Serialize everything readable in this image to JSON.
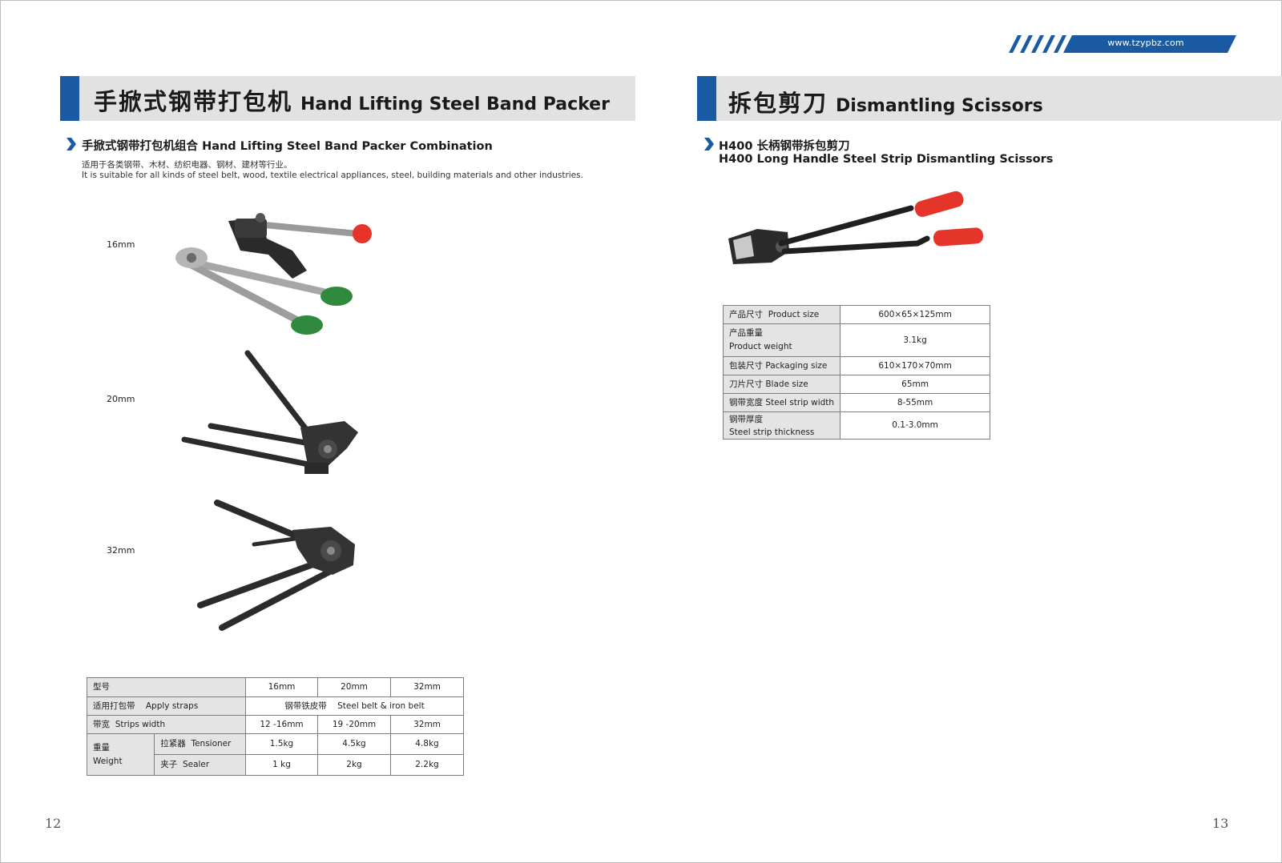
{
  "website": "www.tzypbz.com",
  "left_page": {
    "header": {
      "title_cn": "手掀式钢带打包机",
      "title_en": "Hand Lifting Steel Band Packer"
    },
    "sub": {
      "title_cn": "手掀式钢带打包机组合",
      "title_en": "Hand Lifting Steel Band Packer Combination"
    },
    "desc_cn": "适用于各类钢带、木材、纺织电器、钢材、建材等行业。",
    "desc_en": "It is suitable for all kinds of steel belt, wood, textile electrical appliances, steel, building materials and other industries.",
    "sizes": [
      "16mm",
      "20mm",
      "32mm"
    ],
    "table": {
      "model_label": "型号",
      "models": [
        "16mm",
        "20mm",
        "32mm"
      ],
      "straps_label_cn": "适用打包带",
      "straps_label_en": "Apply straps",
      "straps_value_cn": "钢带铁皮带",
      "straps_value_en": "Steel belt & iron belt",
      "width_label_cn": "带宽",
      "width_label_en": "Strips width",
      "widths": [
        "12 -16mm",
        "19 -20mm",
        "32mm"
      ],
      "weight_label_cn": "重量",
      "weight_label_en": "Weight",
      "tensioner_cn": "拉紧器",
      "tensioner_en": "Tensioner",
      "tensioner_values": [
        "1.5kg",
        "4.5kg",
        "4.8kg"
      ],
      "sealer_cn": "夹子",
      "sealer_en": "Sealer",
      "sealer_values": [
        "1 kg",
        "2kg",
        "2.2kg"
      ]
    },
    "page_number": "12"
  },
  "right_page": {
    "header": {
      "title_cn": "拆包剪刀",
      "title_en": "Dismantling Scissors"
    },
    "sub": {
      "title_cn": "H400 长柄钢带拆包剪刀",
      "title_en": "H400 Long Handle Steel Strip Dismantling Scissors"
    },
    "specs": [
      {
        "cn": "产品尺寸",
        "en": "Product size",
        "value": "600×65×125mm"
      },
      {
        "cn": "产品重量",
        "en": "Product weight",
        "value": "3.1kg"
      },
      {
        "cn": "包装尺寸",
        "en": "Packaging size",
        "value": "610×170×70mm"
      },
      {
        "cn": "刀片尺寸",
        "en": "Blade size",
        "value": "65mm"
      },
      {
        "cn": "钢带宽度",
        "en": "Steel strip width",
        "value": "8-55mm"
      },
      {
        "cn": "钢带厚度",
        "en": "Steel strip thickness",
        "value": "0.1-3.0mm"
      }
    ],
    "page_number": "13"
  },
  "colors": {
    "brand_blue": "#1a5aa3",
    "header_gray": "#e2e2e2",
    "handle_green": "#2f8a3e",
    "handle_red": "#e5342a"
  },
  "icons": [
    "chevron-right-icon",
    "tensioner-sealer-tool-image",
    "cutter-scissors-image"
  ]
}
